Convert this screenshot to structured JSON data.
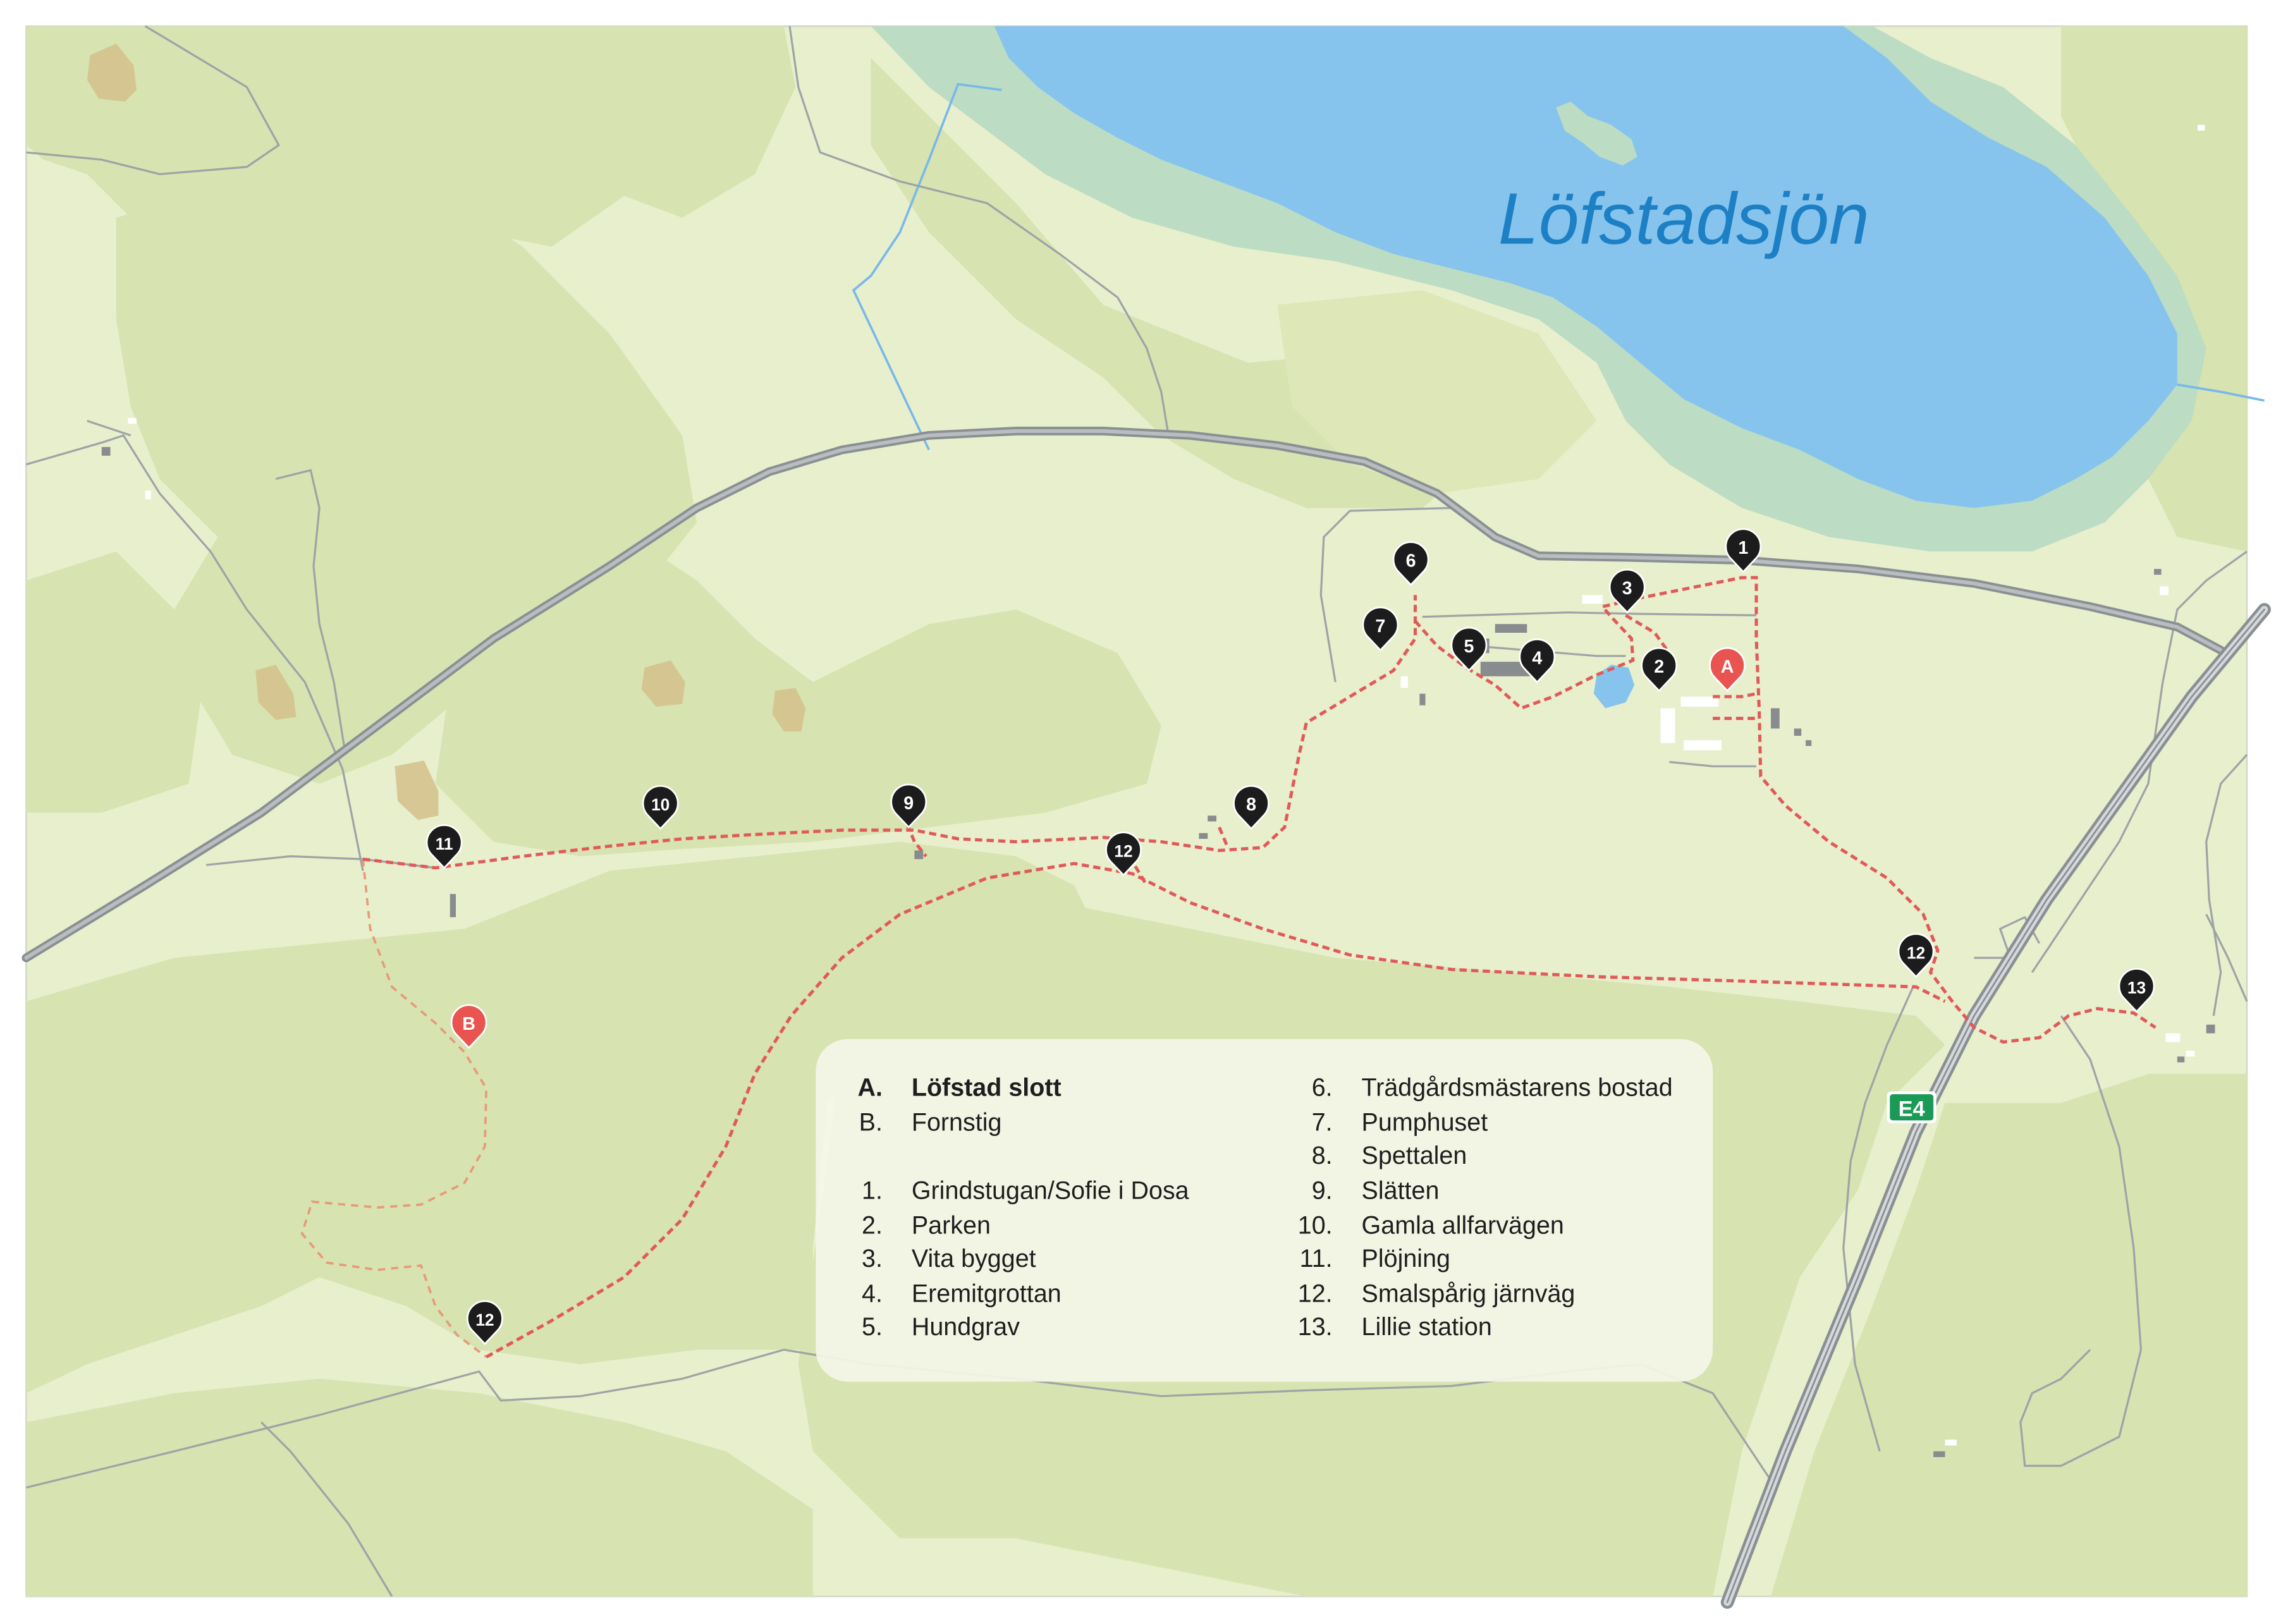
{
  "map": {
    "lake_name": "Löfstadsjön",
    "road_sign": "E4",
    "colors": {
      "background": "#e8efcc",
      "forest": "#d7e3b0",
      "lake": "#86c4ee",
      "wetland": "#bcdcc4",
      "road": "#9a9fa3",
      "trail": "#e05a5a",
      "marker": "#1c1c1c",
      "marker_accent": "#e95450"
    },
    "markers": [
      {
        "label": "1",
        "style": "number"
      },
      {
        "label": "2",
        "style": "number"
      },
      {
        "label": "3",
        "style": "number"
      },
      {
        "label": "4",
        "style": "number"
      },
      {
        "label": "5",
        "style": "number"
      },
      {
        "label": "6",
        "style": "number"
      },
      {
        "label": "7",
        "style": "number"
      },
      {
        "label": "8",
        "style": "number"
      },
      {
        "label": "9",
        "style": "number"
      },
      {
        "label": "10",
        "style": "number"
      },
      {
        "label": "11",
        "style": "number"
      },
      {
        "label": "12",
        "style": "number"
      },
      {
        "label": "12",
        "style": "number"
      },
      {
        "label": "12",
        "style": "number"
      },
      {
        "label": "13",
        "style": "number"
      },
      {
        "label": "A",
        "style": "letter"
      },
      {
        "label": "B",
        "style": "letter"
      }
    ]
  },
  "legend": {
    "letters": [
      {
        "key": "A.",
        "name": "Löfstad slott"
      },
      {
        "key": "B.",
        "name": "Fornstig"
      }
    ],
    "numbers_left": [
      {
        "key": "1.",
        "name": "Grindstugan/Sofie i Dosa"
      },
      {
        "key": "2.",
        "name": "Parken"
      },
      {
        "key": "3.",
        "name": "Vita bygget"
      },
      {
        "key": "4.",
        "name": "Eremitgrottan"
      },
      {
        "key": "5.",
        "name": "Hundgrav"
      }
    ],
    "numbers_right": [
      {
        "key": "6.",
        "name": "Trädgårdsmästarens bostad"
      },
      {
        "key": "7.",
        "name": "Pumphuset"
      },
      {
        "key": "8.",
        "name": "Spettalen"
      },
      {
        "key": "9.",
        "name": "Slätten"
      },
      {
        "key": "10.",
        "name": "Gamla allfarvägen"
      },
      {
        "key": "11.",
        "name": "Plöjning"
      },
      {
        "key": "12.",
        "name": "Smalspårig järnväg"
      },
      {
        "key": "13.",
        "name": "Lillie station"
      }
    ]
  }
}
